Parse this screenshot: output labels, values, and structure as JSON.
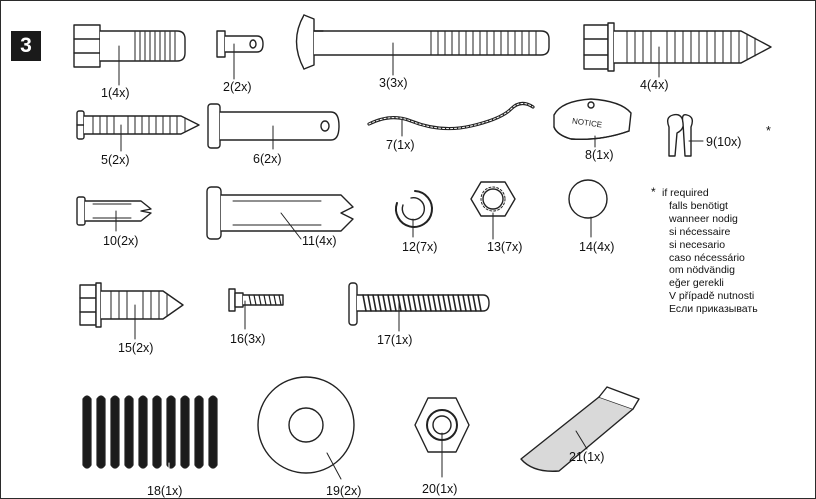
{
  "step_number": "3",
  "asterisk": "*",
  "notice_tag_text": "NOTICE",
  "parts": [
    {
      "label": "1(4x)"
    },
    {
      "label": "2(2x)"
    },
    {
      "label": "3(3x)"
    },
    {
      "label": "4(4x)"
    },
    {
      "label": "5(2x)"
    },
    {
      "label": "6(2x)"
    },
    {
      "label": "7(1x)"
    },
    {
      "label": "8(1x)"
    },
    {
      "label": "9(10x)"
    },
    {
      "label": "10(2x)"
    },
    {
      "label": "11(4x)"
    },
    {
      "label": "12(7x)"
    },
    {
      "label": "13(7x)"
    },
    {
      "label": "14(4x)"
    },
    {
      "label": "15(2x)"
    },
    {
      "label": "16(3x)"
    },
    {
      "label": "17(1x)"
    },
    {
      "label": "18(1x)"
    },
    {
      "label": "19(2x)"
    },
    {
      "label": "20(1x)"
    },
    {
      "label": "21(1x)"
    }
  ],
  "if_required_note": [
    "if required",
    "falls benötigt",
    "wanneer nodig",
    "si nécessaire",
    "si necesario",
    "caso nécessário",
    "om nödvändig",
    "eğer gerekli",
    "V případě nutnosti",
    "Если приказывать"
  ]
}
